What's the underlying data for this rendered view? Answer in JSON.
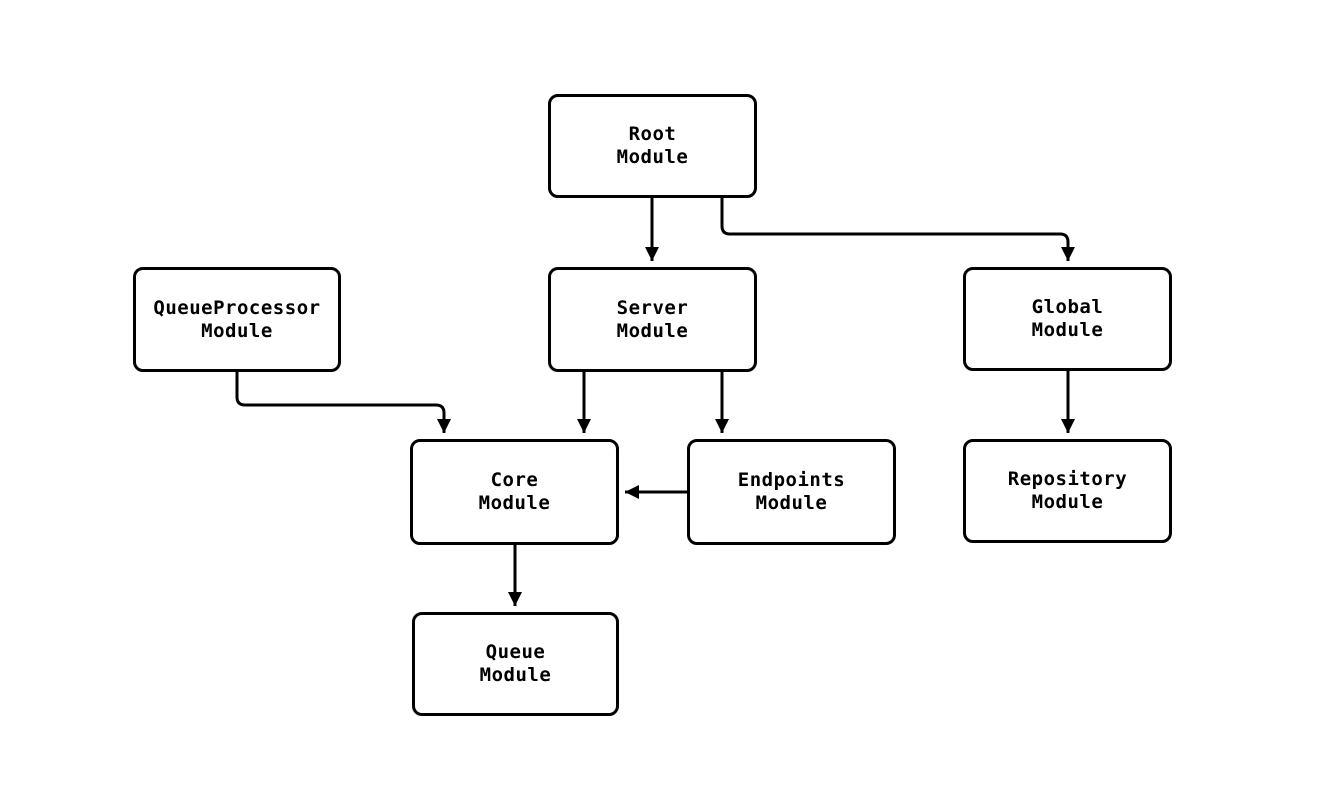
{
  "diagram": {
    "type": "module-dependency-graph",
    "background_color": "#ffffff",
    "node_fill_color": "#ffffff",
    "node_border_color": "#000000",
    "edge_color": "#000000",
    "text_color": "#000000",
    "nodes": [
      {
        "id": "root",
        "label": "Root\nModule"
      },
      {
        "id": "queueprocessor",
        "label": "QueueProcessor\nModule"
      },
      {
        "id": "server",
        "label": "Server\nModule"
      },
      {
        "id": "global",
        "label": "Global\nModule"
      },
      {
        "id": "core",
        "label": "Core\nModule"
      },
      {
        "id": "endpoints",
        "label": "Endpoints\nModule"
      },
      {
        "id": "repository",
        "label": "Repository\nModule"
      },
      {
        "id": "queue",
        "label": "Queue\nModule"
      }
    ],
    "edges": [
      {
        "from": "root",
        "to": "server"
      },
      {
        "from": "root",
        "to": "global"
      },
      {
        "from": "queueprocessor",
        "to": "core"
      },
      {
        "from": "server",
        "to": "core"
      },
      {
        "from": "server",
        "to": "endpoints"
      },
      {
        "from": "endpoints",
        "to": "core"
      },
      {
        "from": "global",
        "to": "repository"
      },
      {
        "from": "core",
        "to": "queue"
      }
    ]
  }
}
